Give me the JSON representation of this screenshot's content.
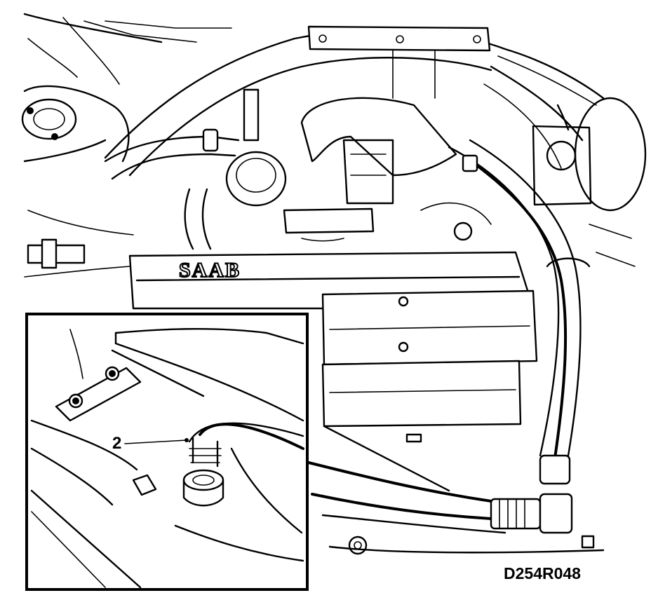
{
  "figure": {
    "logo_text": "SAAB",
    "callout_label": "2",
    "reference_code": "D254R048"
  }
}
